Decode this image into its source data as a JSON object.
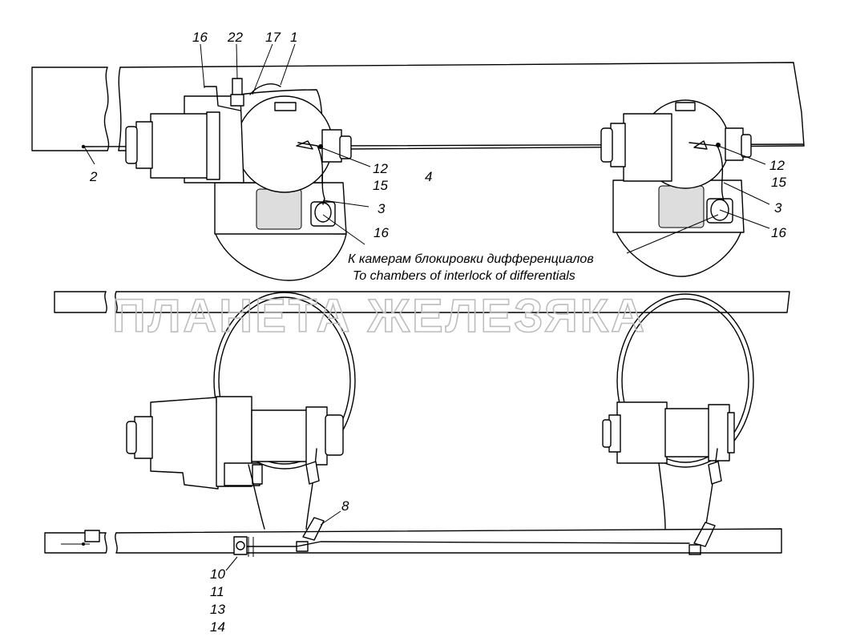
{
  "callouts": {
    "c16_top": "16",
    "c22": "22",
    "c17": "17",
    "c1": "1",
    "c2": "2",
    "c4": "4",
    "c12_left": "12",
    "c15_left": "15",
    "c3_left": "3",
    "c16_left": "16",
    "c12_right": "12",
    "c15_right": "15",
    "c3_right": "3",
    "c16_right": "16",
    "c8": "8",
    "c10": "10",
    "c11": "11",
    "c13": "13",
    "c14": "14"
  },
  "caption": {
    "ru": "К камерам блокировки дифференциалов",
    "en": "To chambers of interlock of differentials"
  },
  "watermark": "ПЛАНЕТА ЖЕЛЕЗЯКА"
}
